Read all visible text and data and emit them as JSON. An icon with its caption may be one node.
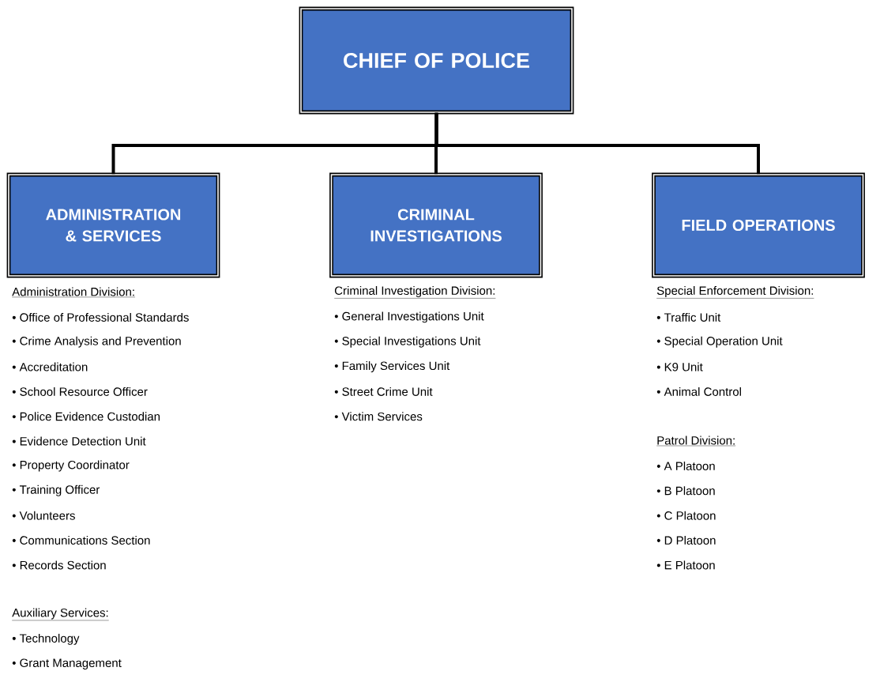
{
  "diagram": {
    "nodes": [
      {
        "text": [
          "CHIEF OF POLICE"
        ]
      },
      {
        "text": [
          "ADMINISTRATION & SERVICES"
        ],
        "beside": [
          "Administration Division:",
          "• Office of Professional Standards",
          "• Crime Analysis and Prevention",
          "• Accreditation",
          "• School Resource Officer",
          "• Police Evidence Custodian",
          "• Evidence Detection Unit",
          "• Property Coordinator",
          "• Training Officer",
          "• Volunteers",
          "• Communications Section",
          "• Records Section",
          "Auxiliary Services:",
          "• Technology",
          "• Grant Management"
        ]
      },
      {
        "text": [
          "CRIMINAL INVESTIGATIONS"
        ],
        "beside": [
          "Criminal Investigation Division:",
          "• General Investigations Unit",
          "• Special Investigations Unit",
          "• Family Services Unit",
          "• Street Crime Unit",
          "• Victim Services"
        ]
      },
      {
        "text": [
          "FIELD OPERATIONS"
        ],
        "beside": [
          "Special Enforcement Division:",
          "• Traffic Unit",
          "• Special Operation Unit",
          "• K9 Unit",
          "• Animal Control",
          "Patrol Division:",
          "• A Platoon",
          "• B Platoon",
          "• C Platoon",
          "• D Platoon",
          "• E Platoon"
        ]
      }
    ],
    "edges": [
      {
        "from": 0,
        "to": 1,
        "arrow": "none"
      },
      {
        "from": 0,
        "to": 2,
        "arrow": "none"
      },
      {
        "from": 0,
        "to": 3,
        "arrow": "none"
      }
    ]
  }
}
